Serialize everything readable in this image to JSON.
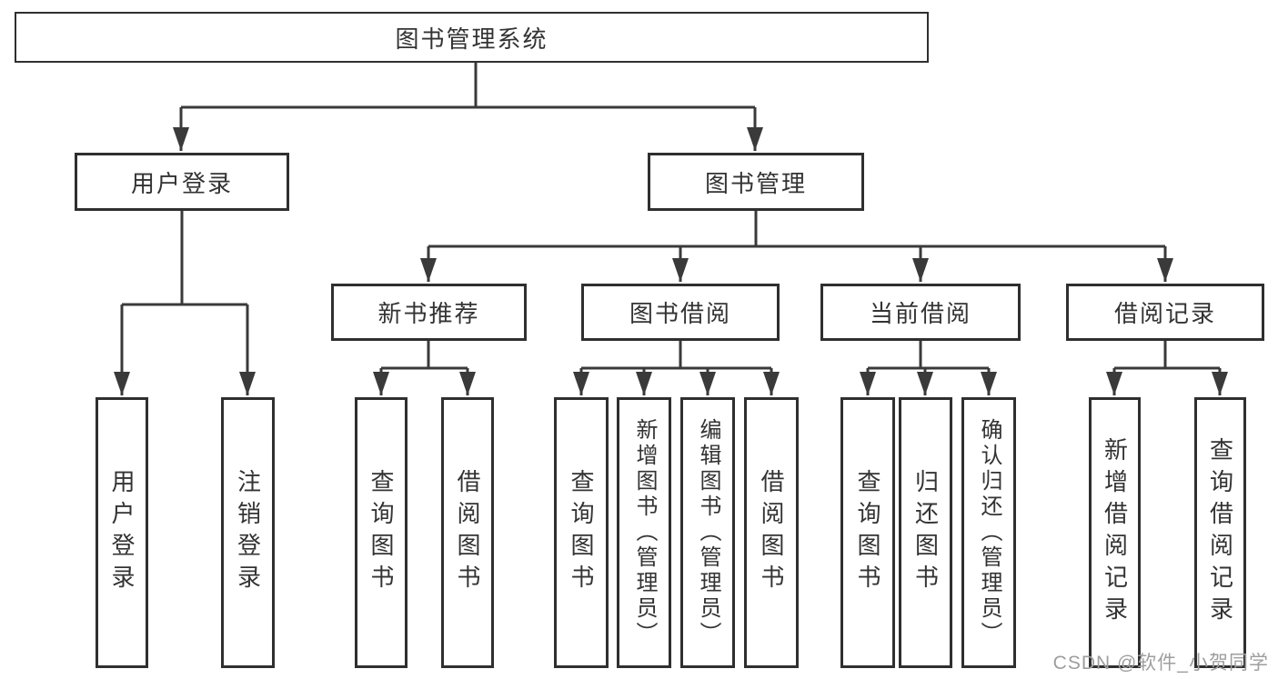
{
  "diagram": {
    "title": "图书管理系统",
    "root": {
      "label": "图书管理系统"
    },
    "level2": [
      {
        "label": "用户登录"
      },
      {
        "label": "图书管理"
      }
    ],
    "level3": [
      {
        "label": "新书推荐",
        "parent": "图书管理"
      },
      {
        "label": "图书借阅",
        "parent": "图书管理"
      },
      {
        "label": "当前借阅",
        "parent": "图书管理"
      },
      {
        "label": "借阅记录",
        "parent": "图书管理"
      }
    ],
    "leaves": [
      {
        "label": "用户登录",
        "parent": "用户登录"
      },
      {
        "label": "注销登录",
        "parent": "用户登录"
      },
      {
        "label": "查询图书",
        "parent": "新书推荐"
      },
      {
        "label": "借阅图书",
        "parent": "新书推荐"
      },
      {
        "label": "查询图书",
        "parent": "图书借阅"
      },
      {
        "label": "新增图书（管理员）",
        "parent": "图书借阅"
      },
      {
        "label": "编辑图书（管理员）",
        "parent": "图书借阅"
      },
      {
        "label": "借阅图书",
        "parent": "图书借阅"
      },
      {
        "label": "查询图书",
        "parent": "当前借阅"
      },
      {
        "label": "归还图书",
        "parent": "当前借阅"
      },
      {
        "label": "确认归还（管理员）",
        "parent": "当前借阅"
      },
      {
        "label": "新增借阅记录",
        "parent": "借阅记录"
      },
      {
        "label": "查询借阅记录",
        "parent": "借阅记录"
      }
    ],
    "watermark": "CSDN @软件_小贺同学",
    "colors": {
      "line": "#3a3a3a",
      "border": "#2f2f2f",
      "text": "#333333",
      "watermark": "#9e9e9e",
      "bg": "#ffffff"
    }
  }
}
